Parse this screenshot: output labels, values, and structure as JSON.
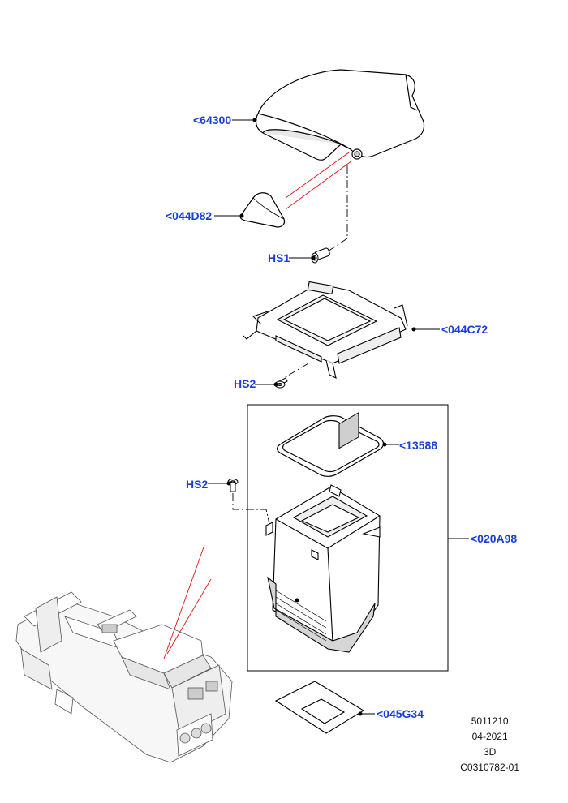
{
  "callouts": {
    "c64300": "<64300",
    "c044D82": "<044D82",
    "hs1": "HS1",
    "c044C72": "<044C72",
    "hs2_top": "HS2",
    "c13588": "<13588",
    "hs2_mid": "HS2",
    "c020A98": "<020A98",
    "c045G34": "<045G34"
  },
  "footer": {
    "line1": "5011210",
    "line2": "04-2021",
    "line3": "3D",
    "line4": "C0310782-01"
  },
  "colors": {
    "callout": "#1a3fd6",
    "leader": "#000000",
    "highlight": "#e01010",
    "part_fill": "#ffffff",
    "shade": "#dcdcdc"
  }
}
